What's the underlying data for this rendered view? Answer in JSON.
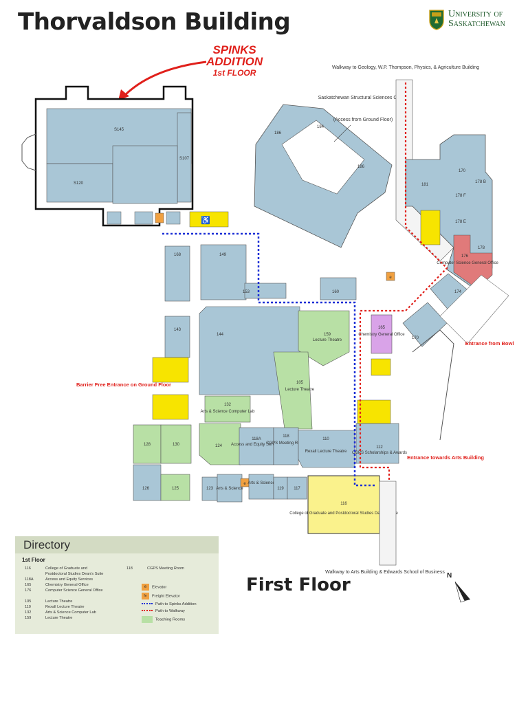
{
  "header": {
    "title": "Thorvaldson Building",
    "university_line1": "University of",
    "university_line2": "Saskatchewan"
  },
  "spinks": {
    "line1": "SPINKS",
    "line2": "ADDITION",
    "line3": "1st FLOOR"
  },
  "colors": {
    "room_blue": "#a9c6d6",
    "teaching_green": "#b8e0a5",
    "washroom_yellow": "#f7e400",
    "elevator_orange": "#f0a040",
    "office_pink": "#e07a7a",
    "chem_purple": "#d9a3e8",
    "dean_yellow": "#faf28c",
    "path_blue": "#1b2fd6",
    "path_red": "#e0201b"
  },
  "map": {
    "rooms": {
      "s145": "S145",
      "s107": "S107",
      "s120": "S120",
      "r186": "186",
      "r184": "184",
      "r186b": "186",
      "r181": "181",
      "r170": "170",
      "r178b": "178 B",
      "r178f": "178 F",
      "r178e": "178 E",
      "r178": "178",
      "r168": "168",
      "r149": "149",
      "r153": "153",
      "r160": "160",
      "r174": "174",
      "r170b": "170",
      "r143": "143",
      "r144": "144",
      "r159": "159",
      "r159sub": "Lecture Theatre",
      "r105": "105",
      "r105sub": "Lecture Theatre",
      "r165": "165",
      "r165sub": "Chemistry General Office",
      "r132": "132",
      "r132sub": "Arts & Science Computer Lab",
      "r128": "128",
      "r130": "130",
      "r124": "124",
      "r118a": "118A",
      "r118asub": "Access and Equity Services",
      "r118": "118",
      "r118sub": "CGPS Meeting Room",
      "r110": "110",
      "r110sub": "Rexall Lecture Theatre",
      "r112": "112",
      "r112sub": "CGPS Scholarships & Awards",
      "r126": "126",
      "r125": "125",
      "r123": "123",
      "r123b": "Arts & Science",
      "r119b": "Arts & Science",
      "r119": "119",
      "r117": "117",
      "r116": "116",
      "r116sub": "College of Graduate and Postdoctoral Studies Dean's Suite",
      "r176": "176",
      "r176sub": "Computer Science General Office"
    },
    "labels": {
      "sssc": "Saskatchewan Structural Sciences Centre",
      "sssc_note": "(Access from Ground Floor)",
      "walkway_top": "Walkway to Geology, W.P. Thompson, Physics, & Agriculture Building",
      "walkway_bottom": "Walkway to Arts Building & Edwards School of Business",
      "barrier_free": "Barrier Free Entrance on Ground Floor",
      "entrance_bowl": "Entrance from Bowl",
      "entrance_arts": "Entrance towards Arts Building",
      "north": "N",
      "elevator_glyph": "e",
      "freight_glyph": "fe"
    }
  },
  "first_floor_label": "First Floor",
  "directory": {
    "title": "Directory",
    "subtitle": "1st Floor",
    "entries_left": [
      {
        "num": "116",
        "text": "College of Graduate and"
      },
      {
        "num": "",
        "text": "Postdoctoral Studies Dean's Suite"
      },
      {
        "num": "118A",
        "text": "Access and Equity Services"
      },
      {
        "num": "165",
        "text": "Chemistry General Office"
      },
      {
        "num": "176",
        "text": "Computer Science General Office"
      },
      {
        "num": "",
        "text": ""
      },
      {
        "num": "105",
        "text": "Lecture Theatre"
      },
      {
        "num": "110",
        "text": "Rexall Lecture Theatre"
      },
      {
        "num": "132",
        "text": "Arts & Science Computer Lab"
      },
      {
        "num": "159",
        "text": "Lecture Theatre"
      }
    ],
    "entry_right": {
      "num": "118",
      "text": "CGPS Meeting Room"
    },
    "legend": [
      {
        "key": "elevator",
        "label": "Elevator",
        "glyph": "e"
      },
      {
        "key": "freight",
        "label": "Freight Elevator",
        "glyph": "fe"
      },
      {
        "key": "spinks_path",
        "label": "Path to Spinks Addition"
      },
      {
        "key": "walkway_path",
        "label": "Path to Walkway"
      },
      {
        "key": "teaching",
        "label": "Teaching Rooms"
      }
    ]
  }
}
